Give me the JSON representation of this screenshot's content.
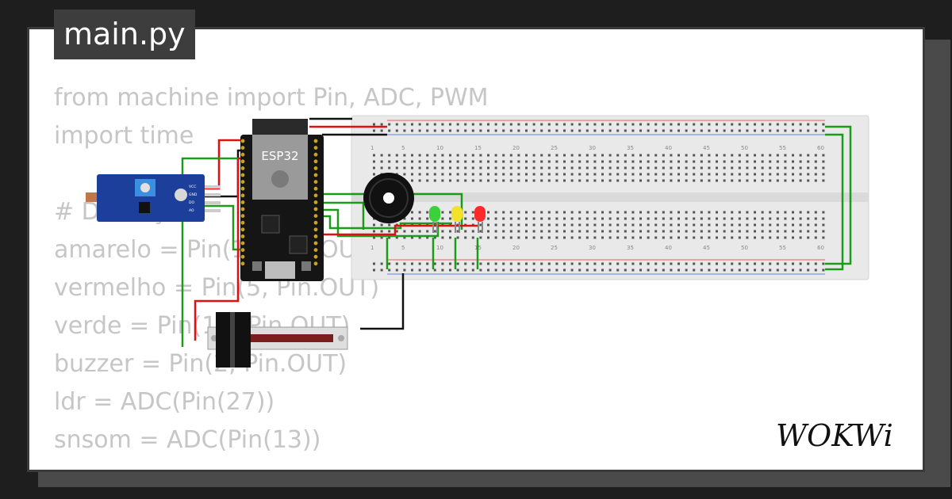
{
  "tab": {
    "filename": "main.py"
  },
  "code_lines": [
    "from machine import Pin, ADC, PWM",
    "import time",
    "",
    "# Definições",
    "amarelo = Pin(18, Pin.OUT)",
    "vermelho = Pin(5, Pin.OUT)",
    "verde = Pin(16, Pin.OUT)",
    "buzzer = Pin(2, Pin.OUT)",
    "ldr = ADC(Pin(27))",
    "snsom = ADC(Pin(13))"
  ],
  "board": {
    "label": "ESP32"
  },
  "breadboard": {
    "column_numbers": [
      "1",
      "5",
      "10",
      "15",
      "20",
      "25",
      "30",
      "35",
      "40",
      "45",
      "50",
      "55",
      "60"
    ]
  },
  "sensor_pins": [
    "VCC",
    "GND",
    "DO",
    "AO"
  ],
  "brand": {
    "logo_text": "WOKWi"
  },
  "colors": {
    "background": "#1e1e1e",
    "card": "#ffffff",
    "tab": "#3d3d3d",
    "code": "#c6c6c6",
    "wire_green": "#1a9b1a",
    "wire_red": "#e01010",
    "wire_black": "#111111",
    "pcb_blue": "#1d3f9c",
    "led_green": "#3ad13a",
    "led_yellow": "#f2e22b",
    "led_red": "#ff2b2b"
  }
}
